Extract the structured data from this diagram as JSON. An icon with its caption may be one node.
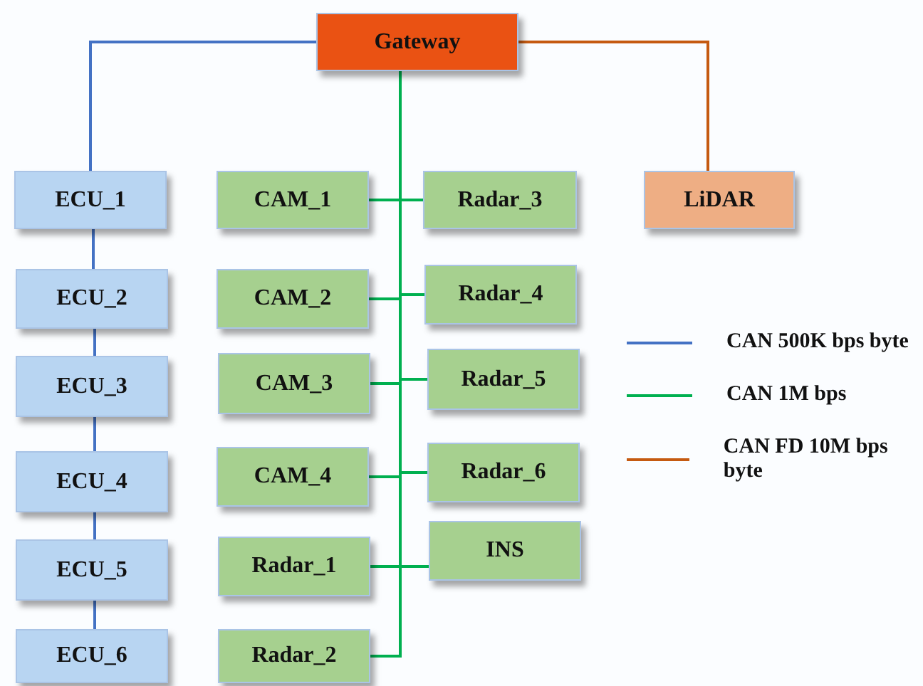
{
  "diagram": {
    "nodes": [
      {
        "text": [
          "Gateway"
        ]
      },
      {
        "text": [
          "ECU_1"
        ]
      },
      {
        "text": [
          "CAM_1"
        ]
      },
      {
        "text": [
          "Radar_3"
        ]
      },
      {
        "text": [
          "LiDAR"
        ]
      },
      {
        "text": [
          "ECU_2"
        ]
      },
      {
        "text": [
          "CAM_2"
        ]
      },
      {
        "text": [
          "Radar_4"
        ]
      },
      {
        "text": [
          "ECU_3"
        ]
      },
      {
        "text": [
          "CAM_3"
        ]
      },
      {
        "text": [
          "Radar_5"
        ]
      },
      {
        "text": [
          "ECU_4"
        ]
      },
      {
        "text": [
          "CAM_4"
        ]
      },
      {
        "text": [
          "Radar_6"
        ]
      },
      {
        "text": [
          "ECU_5"
        ]
      },
      {
        "text": [
          "Radar_1"
        ]
      },
      {
        "text": [
          "INS"
        ]
      },
      {
        "text": [
          "ECU_6"
        ]
      },
      {
        "text": [
          "Radar_2"
        ]
      }
    ],
    "edges": [
      {
        "from": 0,
        "to": 1,
        "arrow": "none",
        "color": "#4472c4"
      },
      {
        "from": 1,
        "to": 5,
        "arrow": "none",
        "color": "#4472c4"
      },
      {
        "from": 5,
        "to": 8,
        "arrow": "none",
        "color": "#4472c4"
      },
      {
        "from": 8,
        "to": 11,
        "arrow": "none",
        "color": "#4472c4"
      },
      {
        "from": 11,
        "to": 14,
        "arrow": "none",
        "color": "#4472c4"
      },
      {
        "from": 14,
        "to": 17,
        "arrow": "none",
        "color": "#4472c4"
      },
      {
        "from": 0,
        "to": 4,
        "arrow": "none",
        "color": "#c55a11"
      },
      {
        "from": 0,
        "to": 2,
        "arrow": "none"
      },
      {
        "from": 0,
        "to": 3,
        "arrow": "none"
      },
      {
        "from": 0,
        "to": 6,
        "arrow": "none"
      },
      {
        "from": 0,
        "to": 7,
        "arrow": "none"
      },
      {
        "from": 0,
        "to": 9,
        "arrow": "none"
      },
      {
        "from": 0,
        "to": 10,
        "arrow": "none"
      },
      {
        "from": 0,
        "to": 12,
        "arrow": "none"
      },
      {
        "from": 0,
        "to": 13,
        "arrow": "none"
      },
      {
        "from": 0,
        "to": 15,
        "arrow": "none"
      },
      {
        "from": 0,
        "to": 16,
        "arrow": "none"
      },
      {
        "from": 0,
        "to": 18,
        "arrow": "none"
      }
    ],
    "legend": [
      {
        "text": "CAN 500K bps byte",
        "color": "#4472c4"
      },
      {
        "text": "CAN 1M bps",
        "color": "#00b050"
      },
      {
        "text": "CAN FD 10M bps byte",
        "color": "#c55a11"
      }
    ]
  }
}
